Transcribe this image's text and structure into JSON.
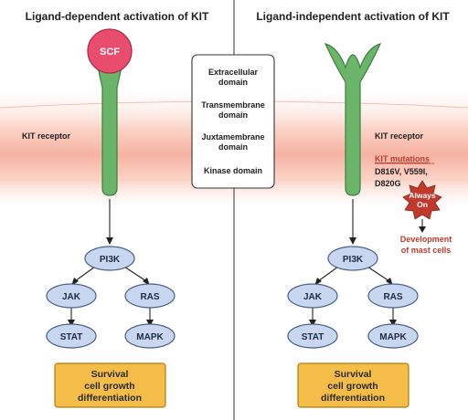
{
  "panels": {
    "left": {
      "title": "Ligand-dependent activation of KIT",
      "ligand": "SCF",
      "receptor_label": "KIT receptor",
      "nodes": {
        "pi3k": "PI3K",
        "jak": "JAK",
        "ras": "RAS",
        "stat": "STAT",
        "mapk": "MAPK"
      },
      "outcome": [
        "Survival",
        "cell growth",
        "differentiation"
      ]
    },
    "right": {
      "title": "Ligand-independent activation of KIT",
      "receptor_label": "KIT receptor",
      "mutations_heading": "KIT mutations",
      "mutations": [
        "D816V, V559I,",
        "D820G"
      ],
      "badge": [
        "Always",
        "On"
      ],
      "consequence": [
        "Development",
        "of mast cells"
      ],
      "nodes": {
        "pi3k": "PI3K",
        "jak": "JAK",
        "ras": "RAS",
        "stat": "STAT",
        "mapk": "MAPK"
      },
      "outcome": [
        "Survival",
        "cell growth",
        "differentiation"
      ]
    }
  },
  "legend": {
    "domains": [
      [
        "Extracellular",
        "domain"
      ],
      [
        "Transmembrane",
        "domain"
      ],
      [
        "Juxtamembrane",
        "domain"
      ],
      [
        "Kinase domain"
      ]
    ]
  },
  "colors": {
    "receptor": "#6bb56b",
    "receptor_stroke": "#3e7f3e",
    "ligand": "#e84d6e",
    "node_fill": "#c9d6f0",
    "node_stroke": "#4a5f8a",
    "outcome_fill": "#f4bd47",
    "outcome_stroke": "#b07d10",
    "mutation_text": "#c0392b",
    "badge": "#c0392b",
    "membrane": "#f7b3a3"
  }
}
